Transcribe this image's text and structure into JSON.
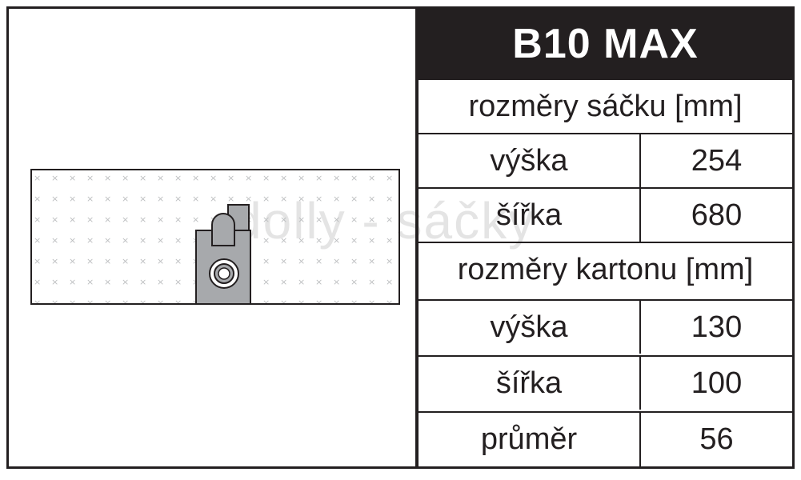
{
  "product": {
    "title": "B10 MAX"
  },
  "watermark": "dolly - sáčky",
  "table": {
    "bag_section_label": "rozměry sáčku [mm]",
    "bag_rows": [
      {
        "label": "výška",
        "value": "254"
      },
      {
        "label": "šířka",
        "value": "680"
      }
    ],
    "carton_section_label": "rozměry kartonu [mm]",
    "carton_rows": [
      {
        "label": "výška",
        "value": "130"
      },
      {
        "label": "šířka",
        "value": "100"
      },
      {
        "label": "průměr",
        "value": "56"
      }
    ]
  },
  "illustration": {
    "bag_icon": "dust-bag-icon",
    "colors": {
      "collar": "#a7a9ac",
      "outline": "#231f20",
      "dots": "#bcbec0"
    }
  }
}
